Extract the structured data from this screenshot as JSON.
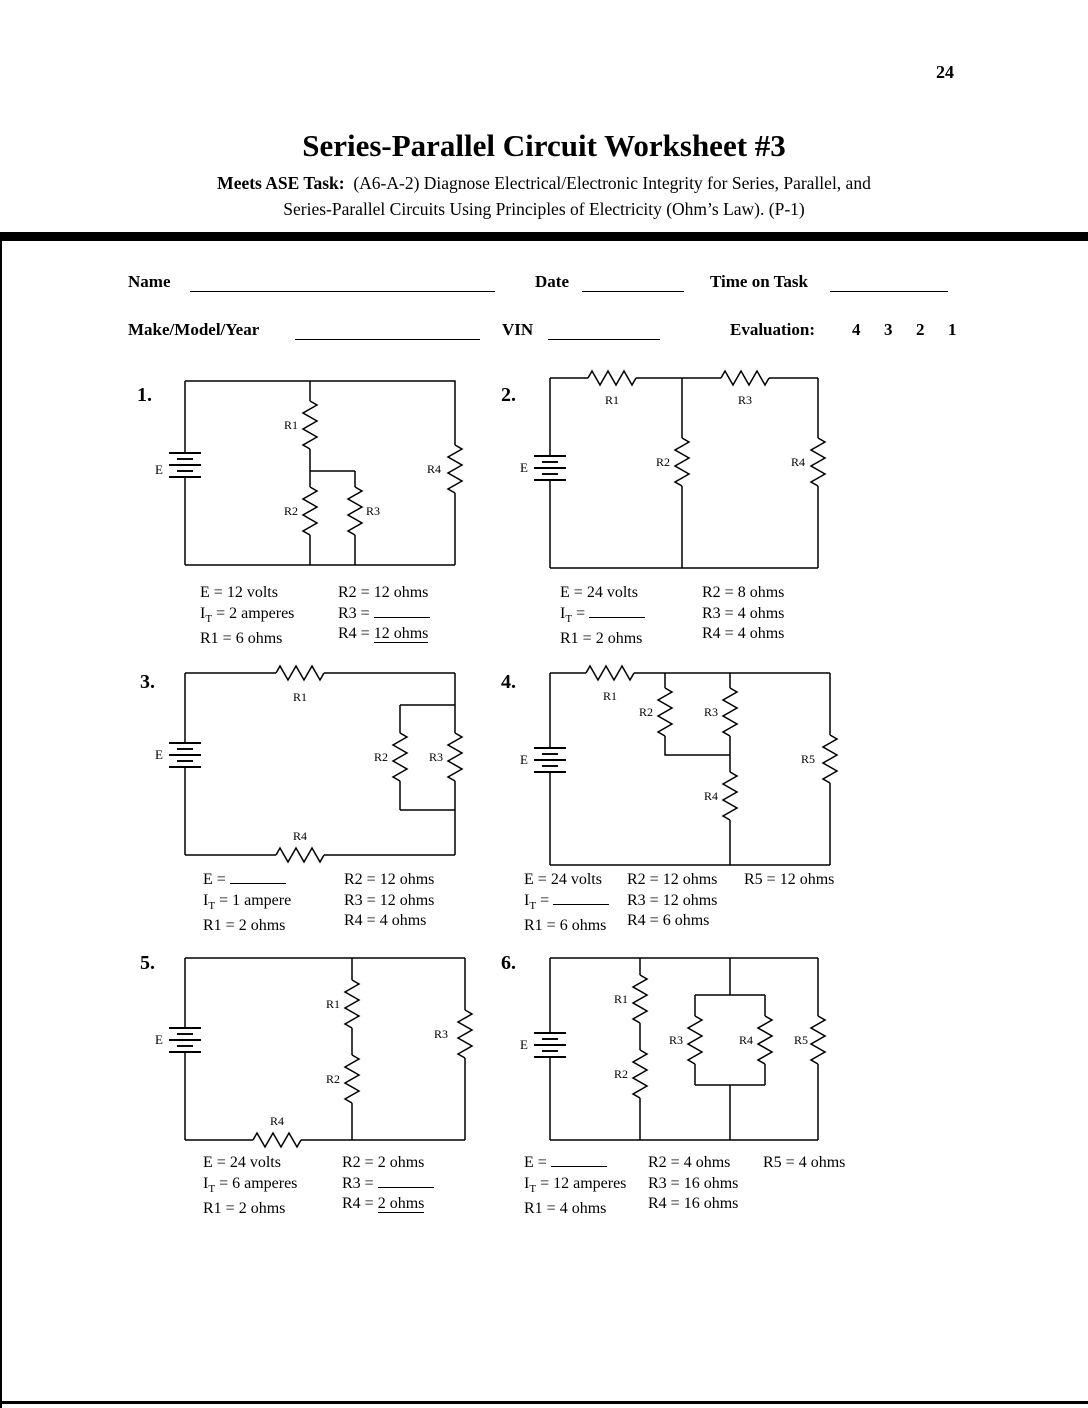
{
  "page_number": "24",
  "header": {
    "title": "Series-Parallel Circuit Worksheet #3",
    "meets_label": "Meets ASE Task:",
    "subtitle_line1": "(A6-A-2)  Diagnose Electrical/Electronic Integrity for Series, Parallel, and",
    "subtitle_line2": "Series-Parallel Circuits Using Principles of Electricity (Ohm’s Law).  (P-1)"
  },
  "form": {
    "name_label": "Name",
    "date_label": "Date",
    "time_on_task_label": "Time on Task",
    "make_model_year_label": "Make/Model/Year",
    "vin_label": "VIN",
    "evaluation_label": "Evaluation:",
    "evaluation_options": [
      "4",
      "3",
      "2",
      "1"
    ]
  },
  "circuits": [
    {
      "number": "1.",
      "labels": {
        "E": "E",
        "R1": "R1",
        "R2": "R2",
        "R3": "R3",
        "R4": "R4"
      },
      "given_col1": [
        {
          "label": "E",
          "value": "12 volts"
        },
        {
          "label": "I_T",
          "value": "2 amperes"
        },
        {
          "label": "R1",
          "value": "6 ohms"
        }
      ],
      "given_col2": [
        {
          "label": "R2",
          "value": "12 ohms"
        },
        {
          "label": "R3",
          "value": ""
        },
        {
          "label": "R4",
          "value": "12 ohms",
          "u": true
        }
      ]
    },
    {
      "number": "2.",
      "labels": {
        "E": "E",
        "R1": "R1",
        "R2": "R2",
        "R3": "R3",
        "R4": "R4"
      },
      "given_col1": [
        {
          "label": "E",
          "value": "24 volts"
        },
        {
          "label": "I_T",
          "value": ""
        },
        {
          "label": "R1",
          "value": "2 ohms"
        }
      ],
      "given_col2": [
        {
          "label": "R2",
          "value": "8 ohms"
        },
        {
          "label": "R3",
          "value": "4 ohms"
        },
        {
          "label": "R4",
          "value": "4 ohms"
        }
      ]
    },
    {
      "number": "3.",
      "labels": {
        "E": "E",
        "R1": "R1",
        "R2": "R2",
        "R3": "R3",
        "R4": "R4"
      },
      "given_col1": [
        {
          "label": "E",
          "value": ""
        },
        {
          "label": "I_T",
          "value": "1 ampere"
        },
        {
          "label": "R1",
          "value": "2 ohms"
        }
      ],
      "given_col2": [
        {
          "label": "R2",
          "value": "12 ohms"
        },
        {
          "label": "R3",
          "value": "12 ohms"
        },
        {
          "label": "R4",
          "value": "4 ohms"
        }
      ]
    },
    {
      "number": "4.",
      "labels": {
        "E": "E",
        "R1": "R1",
        "R2": "R2",
        "R3": "R3",
        "R4": "R4",
        "R5": "R5"
      },
      "given_col1": [
        {
          "label": "E",
          "value": "24 volts"
        },
        {
          "label": "I_T",
          "value": ""
        },
        {
          "label": "R1",
          "value": "6 ohms"
        }
      ],
      "given_col2": [
        {
          "label": "R2",
          "value": "12 ohms"
        },
        {
          "label": "R3",
          "value": "12 ohms"
        },
        {
          "label": "R4",
          "value": "6 ohms"
        }
      ],
      "given_col3": [
        {
          "label": "R5",
          "value": "12 ohms"
        }
      ]
    },
    {
      "number": "5.",
      "labels": {
        "E": "E",
        "R1": "R1",
        "R2": "R2",
        "R3": "R3",
        "R4": "R4"
      },
      "given_col1": [
        {
          "label": "E",
          "value": "24 volts"
        },
        {
          "label": "I_T",
          "value": "6 amperes"
        },
        {
          "label": "R1",
          "value": "2 ohms"
        }
      ],
      "given_col2": [
        {
          "label": "R2",
          "value": "2 ohms"
        },
        {
          "label": "R3",
          "value": ""
        },
        {
          "label": "R4",
          "value": "2 ohms",
          "u": true
        }
      ]
    },
    {
      "number": "6.",
      "labels": {
        "E": "E",
        "R1": "R1",
        "R2": "R2",
        "R3": "R3",
        "R4": "R4",
        "R5": "R5"
      },
      "given_col1": [
        {
          "label": "E",
          "value": ""
        },
        {
          "label": "I_T",
          "value": "12 amperes"
        },
        {
          "label": "R1",
          "value": "4 ohms"
        }
      ],
      "given_col2": [
        {
          "label": "R2",
          "value": "4 ohms"
        },
        {
          "label": "R3",
          "value": "16 ohms"
        },
        {
          "label": "R4",
          "value": "16 ohms"
        }
      ],
      "given_col3": [
        {
          "label": "R5",
          "value": "4 ohms"
        }
      ]
    }
  ]
}
